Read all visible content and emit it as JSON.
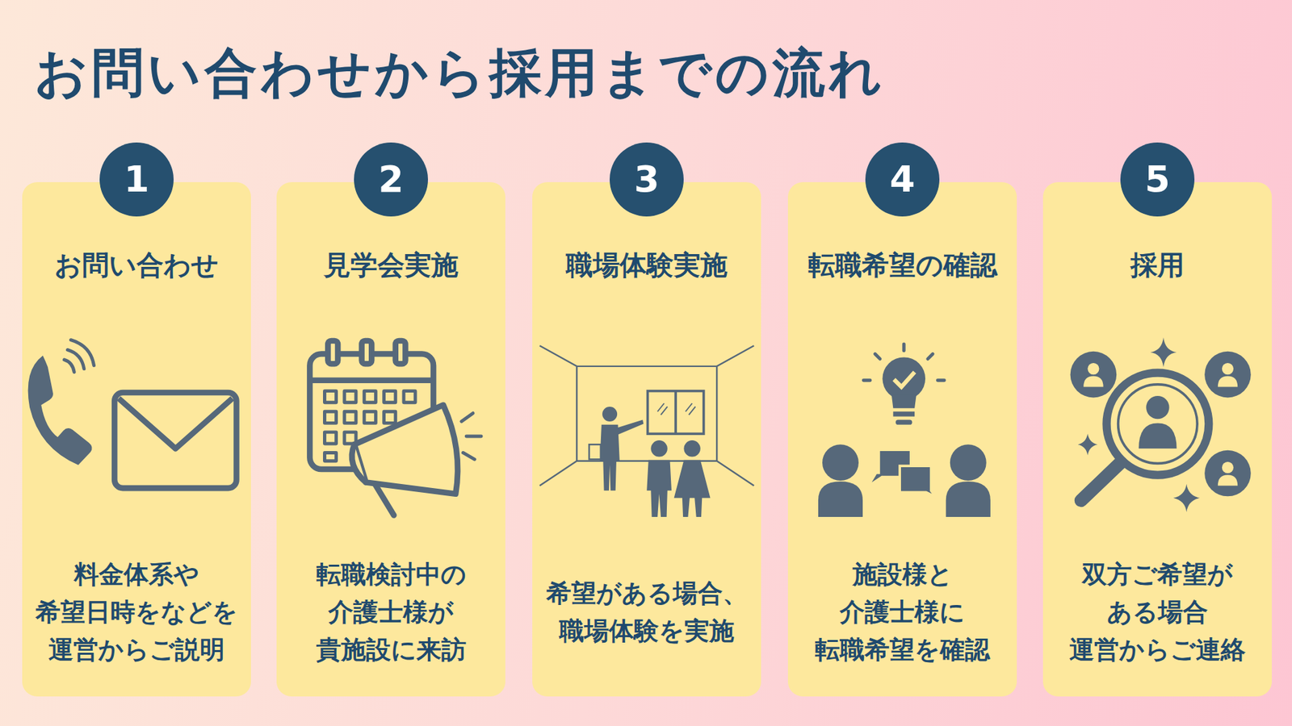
{
  "diagram": {
    "title": "お問い合わせから採用までの流れ",
    "nodes": [
      {
        "text": [
          "お問い合わせ",
          "料金体系や 希望日時をなどを 運営からご説明"
        ]
      },
      {
        "text": [
          "1"
        ],
        "in": 0
      },
      {
        "text": [
          "見学会実施",
          "転職検討中の 介護士様が 貴施設に来訪"
        ]
      },
      {
        "text": [
          "2"
        ],
        "in": 2
      },
      {
        "text": [
          "職場体験実施",
          "希望がある場合、 職場体験を実施"
        ]
      },
      {
        "text": [
          "3"
        ],
        "in": 4
      },
      {
        "text": [
          "転職希望の確認",
          "施設様と 介護士様に 転職希望を確認"
        ]
      },
      {
        "text": [
          "4"
        ],
        "in": 6
      },
      {
        "text": [
          "採用",
          "双方ご希望が ある場合 運営からご連絡"
        ]
      },
      {
        "text": [
          "5"
        ],
        "in": 8
      }
    ]
  }
}
